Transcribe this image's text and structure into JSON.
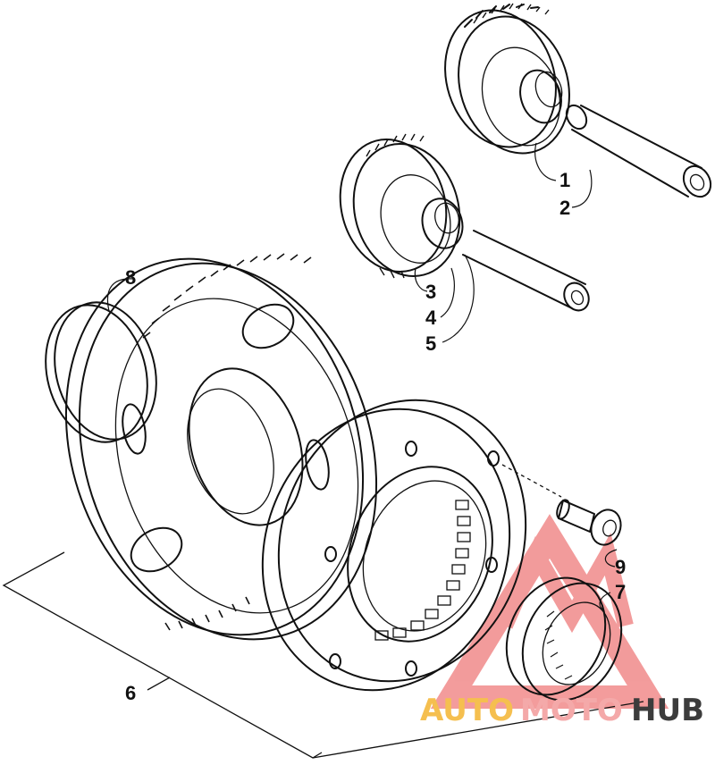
{
  "callouts": {
    "c1": "1",
    "c2": "2",
    "c3": "3",
    "c4": "4",
    "c5": "5",
    "c6": "6",
    "c7": "7",
    "c8": "8",
    "c9": "9"
  },
  "watermark": {
    "part1": "AUTO",
    "part2": "MOTO",
    "part3": "HUB",
    "color1": "#f5bf4f",
    "color2": "#f4a9a9",
    "color3": "#3c3c3c",
    "logo_color": "#e94b4b"
  }
}
